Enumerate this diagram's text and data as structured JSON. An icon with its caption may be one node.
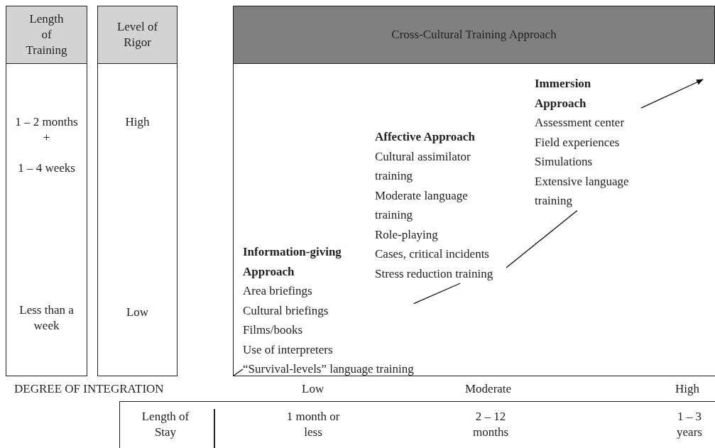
{
  "diagram": {
    "nodes": [
      {
        "text": [
          "Length of Training"
        ]
      },
      {
        "text": [
          "1 – 2 months +",
          "1 – 4 weeks",
          "Less than a week"
        ]
      },
      {
        "text": [
          "Level of Rigor"
        ]
      },
      {
        "text": [
          "High",
          "Low"
        ]
      },
      {
        "text": [
          "Cross-Cultural Training Approach"
        ]
      },
      {
        "text": [],
        "shape": "box"
      },
      {
        "text": [
          "Information-giving Approach",
          "Area briefings",
          "Cultural briefings",
          "Films/books",
          "Use of interpreters",
          "“Survival-levels” language training"
        ],
        "in": 5
      },
      {
        "text": [
          "Affective Approach",
          "Cultural assimilator training",
          "Moderate language training",
          "Role-playing",
          "Cases, critical incidents",
          "Stress reduction training"
        ],
        "in": 5
      },
      {
        "text": [
          "Immersion Approach",
          "Assessment center",
          "Field experiences",
          "Simulations",
          "Extensive language training"
        ],
        "in": 5
      },
      {
        "text": [
          "Length of Stay",
          "1 month or less",
          "2 – 12 months",
          "1 – 3 years"
        ]
      }
    ],
    "edges": [
      {
        "from": null,
        "to": 6,
        "arrow": "none"
      },
      {
        "from": 6,
        "to": 7,
        "arrow": "none"
      },
      {
        "from": 7,
        "to": 8,
        "arrow": "none"
      },
      {
        "from": 8,
        "to": null,
        "arrow": "to"
      }
    ],
    "labels": [
      "DEGREE OF INTEGRATION",
      "Low",
      "Moderate",
      "High"
    ]
  }
}
